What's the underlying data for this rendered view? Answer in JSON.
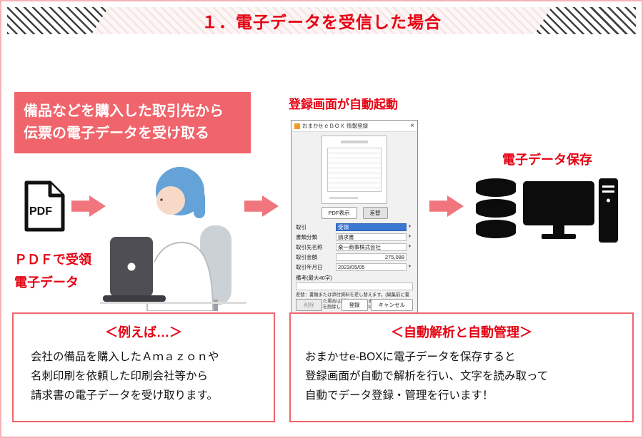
{
  "banner": {
    "title": "１．電子データを受信した場合"
  },
  "intro_box": {
    "line1": "備品などを購入した取引先から",
    "line2": "伝票の電子データを受け取る"
  },
  "labels": {
    "auto_launch": "登録画面が自動起動",
    "data_save": "電子データ保存",
    "pdf_line1": "ＰＤＦで受領",
    "pdf_line2": "電子データ",
    "pdf_icon": "PDF"
  },
  "dialog": {
    "title": "おまかせｅＢＯＸ 情報登録",
    "close": "×",
    "caret": "▼",
    "pdf_view_button": "PDF表示",
    "replace_button": "差替",
    "fields": [
      {
        "label": "取引",
        "value": "受領"
      },
      {
        "label": "書類分類",
        "value": "請求書"
      },
      {
        "label": "取引先名称",
        "value": "楽一商事株式会社"
      },
      {
        "label": "取引金額",
        "value": "275,088"
      },
      {
        "label": "取引年月日",
        "value": "2023/05/05"
      }
    ],
    "memo_label": "備考(最大40字)",
    "note1": "差替：書類または添付資料を差し替えます。(編集前に書類を差し替えた場合は版数が変わります。",
    "note2": "削除：書類または添付資料を削除します。(編集時のみ有効)",
    "delete_button": "削除",
    "register_button": "登録",
    "cancel_button": "キャンセル"
  },
  "example_box": {
    "title": "＜例えば…＞",
    "line1": "会社の備品を購入したＡｍａｚｏｎや",
    "line2": "名刺印刷を依頼した印刷会社等から",
    "line3": "請求書の電子データを受け取ります。"
  },
  "auto_box": {
    "title": "＜自動解析と自動管理＞",
    "line1": "おまかせe-BOXに電子データを保存すると",
    "line2": "登録画面が自動で解析を行い、文字を読み取って",
    "line3": "自動でデータ登録・管理を行います！"
  },
  "colors": {
    "accent_red": "#e60012",
    "pink_box": "#f0646c",
    "arrow_pink": "#f0757d",
    "selection_blue": "#3a77d2",
    "hair_blue": "#64a2d8"
  }
}
